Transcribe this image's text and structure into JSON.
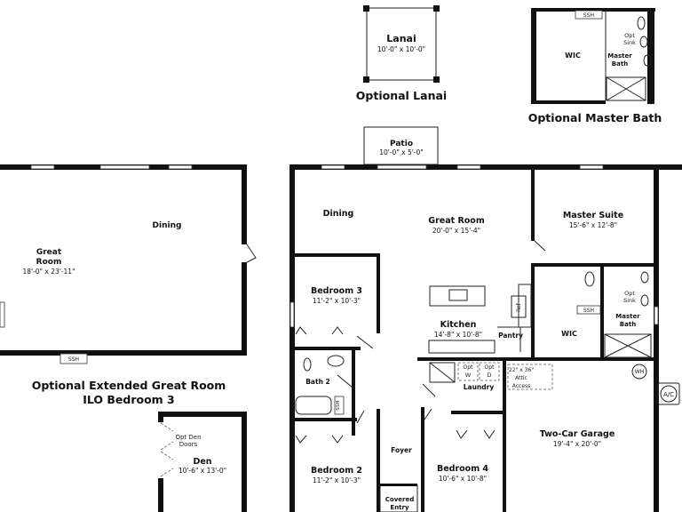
{
  "rooms": {
    "lanai": {
      "name": "Lanai",
      "dims": "10'-0\" x 10'-0\""
    },
    "patio": {
      "name": "Patio",
      "dims": "10'-0\" x 5'-0\""
    },
    "dining": {
      "name": "Dining"
    },
    "great_room": {
      "name": "Great Room",
      "dims": "20'-0\" x 15'-4\""
    },
    "master_suite": {
      "name": "Master Suite",
      "dims": "15'-6\" x 12'-8\""
    },
    "bedroom3": {
      "name": "Bedroom 3",
      "dims": "11'-2\" x 10'-3\""
    },
    "kitchen": {
      "name": "Kitchen",
      "dims": "14'-8\" x 10'-8\""
    },
    "pantry": {
      "name": "Pantry"
    },
    "wic": {
      "name": "WIC"
    },
    "master_bath": {
      "line1": "Master",
      "line2": "Bath"
    },
    "bath2": {
      "name": "Bath 2"
    },
    "laundry": {
      "name": "Laundry"
    },
    "garage": {
      "name": "Two-Car Garage",
      "dims": "19'-4\" x 20'-0\""
    },
    "foyer": {
      "name": "Foyer"
    },
    "bedroom2": {
      "name": "Bedroom 2",
      "dims": "11'-2\" x 10'-3\""
    },
    "bedroom4": {
      "name": "Bedroom 4",
      "dims": "10'-6\" x 10'-8\""
    },
    "covered_entry": {
      "line1": "Covered",
      "line2": "Entry"
    },
    "ext_great_room": {
      "line1": "Great",
      "line2": "Room",
      "dims": "18'-0\" x 23'-11\""
    },
    "ext_dining": {
      "name": "Dining"
    },
    "den": {
      "name": "Den",
      "dims": "10'-6\" x 13'-0\""
    },
    "opt_wic": {
      "name": "WIC"
    },
    "opt_master_bath": {
      "line1": "Master",
      "line2": "Bath"
    }
  },
  "fixtures": {
    "ssh": "SSH",
    "opt": "Opt",
    "sink": "Sink",
    "ref": "Ref",
    "washer": "W",
    "dryer": "D",
    "wh": "WH",
    "ac": "A/C",
    "attic_line1": "22\" x 36\"",
    "attic_line2": "Attic",
    "attic_line3": "Access",
    "den_doors_line1": "Opt Den",
    "den_doors_line2": "Doors"
  },
  "captions": {
    "optional_lanai": "Optional Lanai",
    "optional_master_bath": "Optional Master Bath",
    "extended_line1": "Optional Extended Great Room",
    "extended_line2": "ILO Bedroom 3"
  }
}
